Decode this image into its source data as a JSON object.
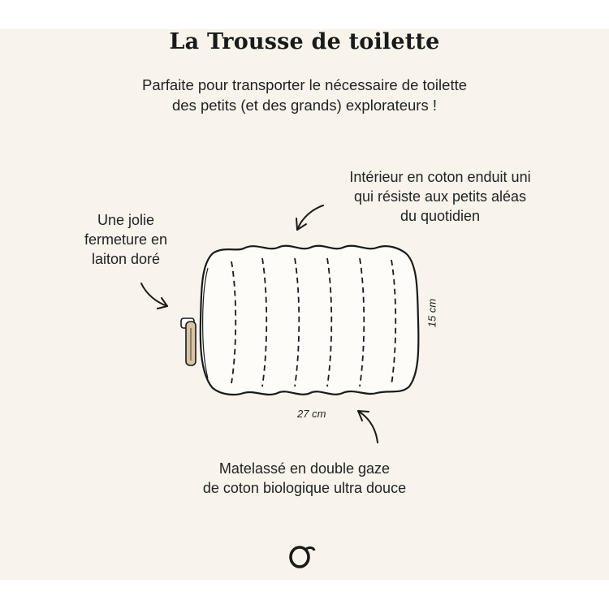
{
  "title": "La Trousse de toilette",
  "subtitle": {
    "line1": "Parfaite pour transporter le nécessaire de toilette",
    "line2": "des petits (et des grands) explorateurs !"
  },
  "annotations": {
    "interior": {
      "line1": "Intérieur en coton enduit uni",
      "line2": "qui résiste aux petits aléas",
      "line3": "du quotidien"
    },
    "zipper": {
      "line1": "Une jolie",
      "line2": "fermeture en",
      "line3": "laiton doré"
    },
    "quilting": {
      "line1": "Matelassé en double gaze",
      "line2": "de coton biologique ultra douce"
    }
  },
  "dimensions": {
    "width": "27 cm",
    "height": "15 cm"
  },
  "logo": {
    "mark": "O",
    "icon": "brand-logo-icon"
  },
  "colors": {
    "background": "#f8f4ec",
    "pouch": "#fdfcf8",
    "ink": "#1a1a1a",
    "zipper_pull": "#d8c3a5"
  }
}
